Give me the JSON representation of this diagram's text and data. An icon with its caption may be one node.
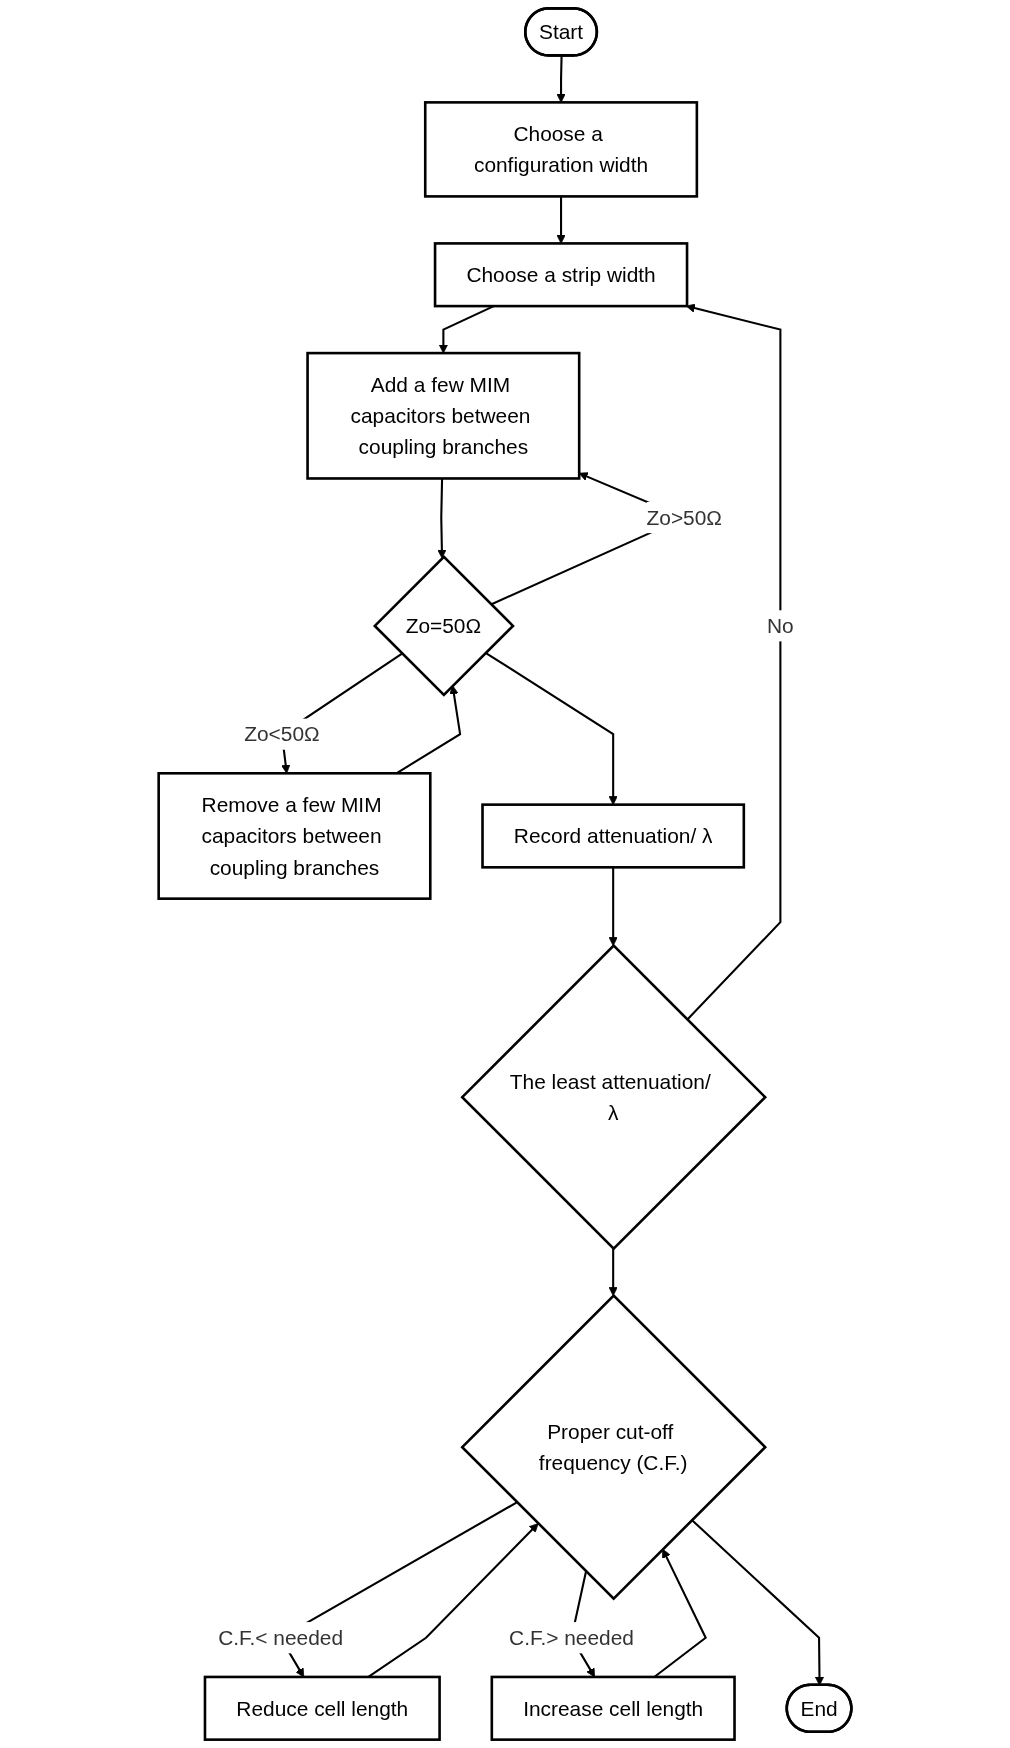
{
  "diagram": {
    "nodes": [
      {
        "text": [
          "Start"
        ]
      },
      {
        "text": [
          "Choose a configuration width"
        ]
      },
      {
        "text": [
          "Choose a strip width"
        ]
      },
      {
        "text": [
          "Add a few MIM capacitors between coupling branches"
        ]
      },
      {
        "text": [
          "Remove a few MIM capacitors between coupling branches"
        ]
      },
      {
        "text": [
          "Zo=50Ω"
        ]
      },
      {
        "text": [
          "Record attenuation/ λ"
        ]
      },
      {
        "text": [
          "The least attenuation/ λ"
        ]
      },
      {
        "text": [
          "Reduce cell length"
        ]
      },
      {
        "text": [
          "Increase cell length"
        ]
      },
      {
        "text": [
          "Proper cut-off frequency (C.F.)"
        ]
      },
      {
        "text": [
          "End"
        ]
      }
    ],
    "edges": [
      {
        "from": 0,
        "to": 1,
        "arrow": "to"
      },
      {
        "from": 1,
        "to": 2,
        "arrow": "to"
      },
      {
        "from": 2,
        "to": 3,
        "arrow": "to"
      },
      {
        "from": 3,
        "to": 5,
        "arrow": "to"
      },
      {
        "from": 4,
        "to": 5,
        "arrow": "to"
      },
      {
        "from": 5,
        "to": 4,
        "arrow": "to",
        "label": "Zo<50Ω"
      },
      {
        "from": 5,
        "to": 3,
        "arrow": "to",
        "label": "Zo>50Ω"
      },
      {
        "from": 5,
        "to": 6,
        "arrow": "to"
      },
      {
        "from": 6,
        "to": 7,
        "arrow": "to"
      },
      {
        "from": 7,
        "to": 2,
        "arrow": "to",
        "label": "No"
      },
      {
        "from": 7,
        "to": 10,
        "arrow": "to"
      },
      {
        "from": 8,
        "to": 10,
        "arrow": "to"
      },
      {
        "from": 9,
        "to": 10,
        "arrow": "to"
      },
      {
        "from": 10,
        "to": 8,
        "arrow": "to",
        "label": "C.F.< needed"
      },
      {
        "from": 10,
        "to": 9,
        "arrow": "to",
        "label": "C.F.> needed"
      },
      {
        "from": 10,
        "to": 11,
        "arrow": "to"
      }
    ]
  }
}
